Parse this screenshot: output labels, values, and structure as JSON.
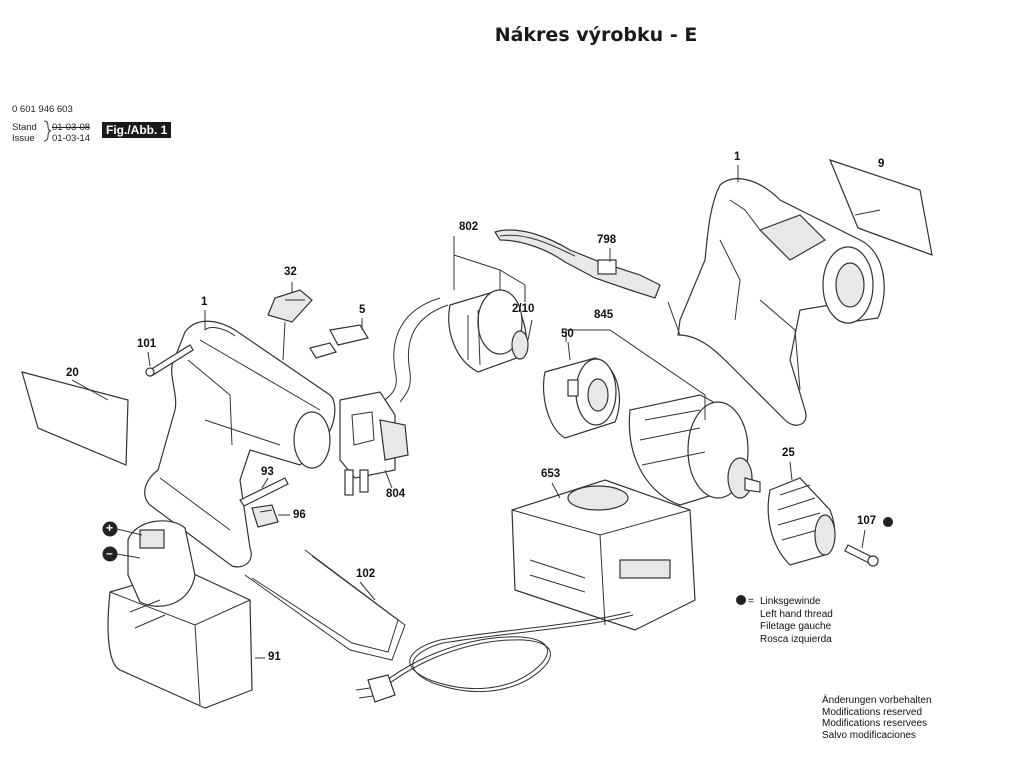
{
  "title": "Nákres výrobku - E",
  "header": {
    "part_no": "0 601 946 603",
    "stand_label": "Stand",
    "issue_label": "Issue",
    "stand_date": "01-03-08",
    "issue_date": "01-03-14",
    "fig_label": "Fig./Abb. 1"
  },
  "labels": {
    "p1_left": "1",
    "p1_right": "1",
    "p9": "9",
    "p20": "20",
    "p101": "101",
    "p32": "32",
    "p5": "5",
    "p802": "802",
    "p798": "798",
    "p2_10": "2/10",
    "p845": "845",
    "p50": "50",
    "p804": "804",
    "p93": "93",
    "p96": "96",
    "p25": "25",
    "p107": "107",
    "p653": "653",
    "p102": "102",
    "p91": "91",
    "plus": "+",
    "minus": "–"
  },
  "legend": {
    "items": [
      "Linksgewinde",
      "Left hand thread",
      "Filetage gauche",
      "Rosca izquierda"
    ]
  },
  "notes": {
    "lines": [
      "Änderungen vorbehalten",
      "Modifications reserved",
      "Modifications reservees",
      "Salvo modificaciones"
    ]
  }
}
